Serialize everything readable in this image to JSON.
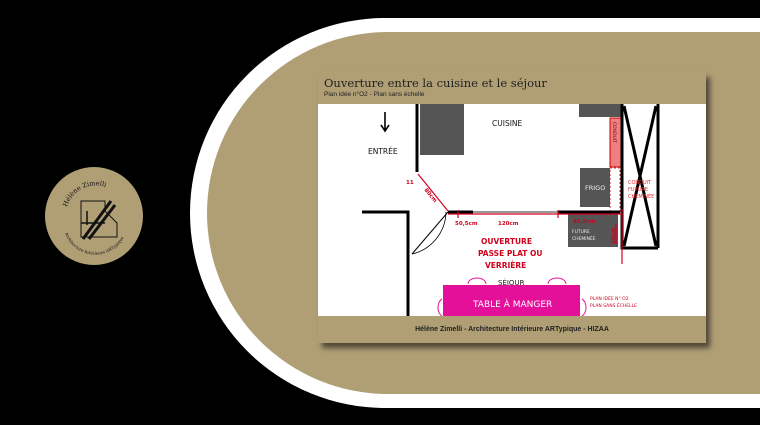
{
  "logo": {
    "name": "Hélène Zimelli",
    "tagline": "Architecture Intérieure ARTypique"
  },
  "card": {
    "title": "Ouverture entre la cuisine et le séjour",
    "subtitle": "Plan idée n°O2 - Plan sans échelle",
    "footer": "Hélène Zimelli - Architecture Intérieure ARTypique - HIZAA"
  },
  "plan": {
    "labels": {
      "cuisine": "CUISINE",
      "entree": "ENTRÉE",
      "frigo": "FRIGO",
      "conduit": "CONDUIT",
      "conduit_future": [
        "CONDUIT",
        "FUTURE",
        "CHEMINÉE"
      ],
      "future_cheminee": [
        "FUTURE",
        "CHEMINÉE"
      ],
      "ouverture": [
        "OUVERTURE",
        "PASSE PLAT OU",
        "VERRIÈRE"
      ],
      "sejour": "SÉJOUR",
      "table": "TABLE À MANGER",
      "plan_note": [
        "PLAN IDÉE N° O2",
        "PLAN SANS ÉCHELLE"
      ]
    },
    "dimensions": {
      "d1": "11",
      "d2": "80cm",
      "d3": "50,5cm",
      "d4": "120cm",
      "d5": "95,5cm",
      "d6": "50cm"
    },
    "colors": {
      "red": "#d0021b",
      "pink": "#e5109a",
      "gray": "#555555",
      "conduit": "#f08080"
    }
  }
}
